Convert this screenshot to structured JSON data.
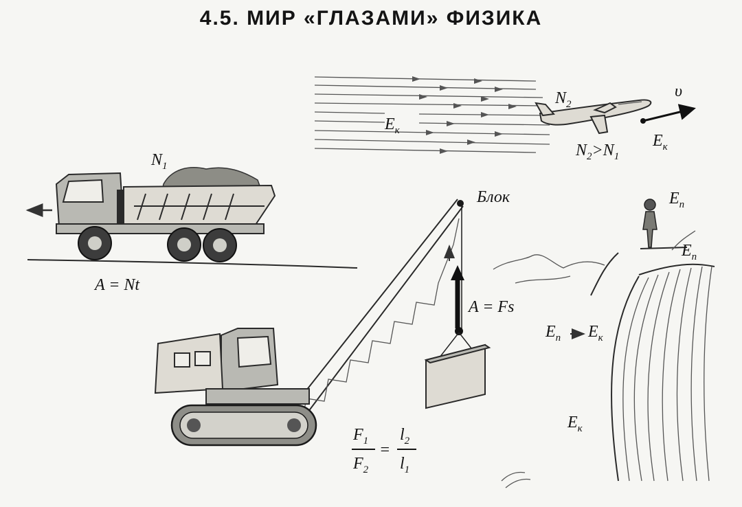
{
  "title": "4.5. МИР «ГЛАЗАМИ» ФИЗИКА",
  "labels": {
    "truck_power": "N",
    "truck_power_sub": "1",
    "truck_work": "A = Nt",
    "air_energy": "E",
    "air_energy_sub": "к",
    "plane_power": "N",
    "plane_power_sub": "2",
    "velocity": "υ",
    "plane_energy": "E",
    "plane_energy_sub": "к",
    "power_compare_a": "N",
    "power_compare_a_sub": "2",
    "power_compare_op": ">",
    "power_compare_b": "N",
    "power_compare_b_sub": "1",
    "pulley": "Блок",
    "crane_work": "A = Fs",
    "lever_f1": "F",
    "lever_f1_sub": "1",
    "lever_f2": "F",
    "lever_f2_sub": "2",
    "lever_eq": "=",
    "lever_l2": "l",
    "lever_l2_sub": "2",
    "lever_l1": "l",
    "lever_l1_sub": "1",
    "person_potential": "E",
    "person_potential_sub": "п",
    "cliff_potential": "E",
    "cliff_potential_sub": "п",
    "conversion_from": "E",
    "conversion_from_sub": "п",
    "conversion_to": "E",
    "conversion_to_sub": "к",
    "water_kinetic": "E",
    "water_kinetic_sub": "к"
  },
  "icons": {
    "truck": "dump-truck-icon",
    "airplane": "airplane-icon",
    "crane": "crane-icon",
    "person": "person-icon",
    "waterfall": "waterfall-icon"
  },
  "colors": {
    "ink": "#141414",
    "paper": "#f6f6f3",
    "metal": "#b9b9b3"
  }
}
